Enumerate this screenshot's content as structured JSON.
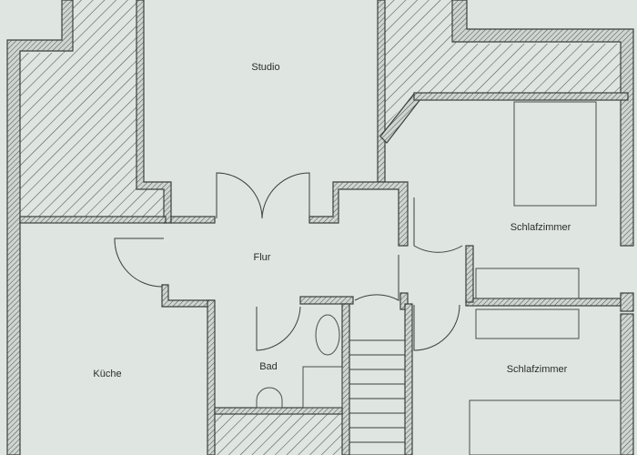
{
  "floorplan": {
    "rooms": {
      "studio": "Studio",
      "flur": "Flur",
      "kueche": "Küche",
      "bad": "Bad",
      "schlafzimmer_1": "Schlafzimmer",
      "schlafzimmer_2": "Schlafzimmer"
    },
    "colors": {
      "background": "#dfe6e2",
      "wall_fill": "#cfd6d2",
      "wall_stroke": "#3a3f3c",
      "hatch": "#4c524e",
      "furniture": "#4a504c"
    }
  }
}
